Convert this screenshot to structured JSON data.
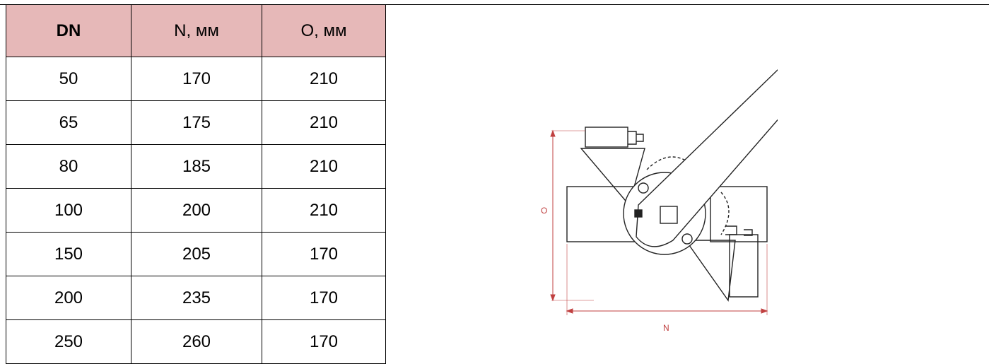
{
  "table": {
    "header_bg": "#e6b8b8",
    "headers": [
      "DN",
      "N, мм",
      "O, мм"
    ],
    "rows": [
      [
        "50",
        "170",
        "210"
      ],
      [
        "65",
        "175",
        "210"
      ],
      [
        "80",
        "185",
        "210"
      ],
      [
        "100",
        "200",
        "210"
      ],
      [
        "150",
        "205",
        "170"
      ],
      [
        "200",
        "235",
        "170"
      ],
      [
        "250",
        "260",
        "170"
      ]
    ]
  },
  "drawing": {
    "label_height": "O",
    "label_width": "N",
    "dimension_color": "#c04040"
  }
}
